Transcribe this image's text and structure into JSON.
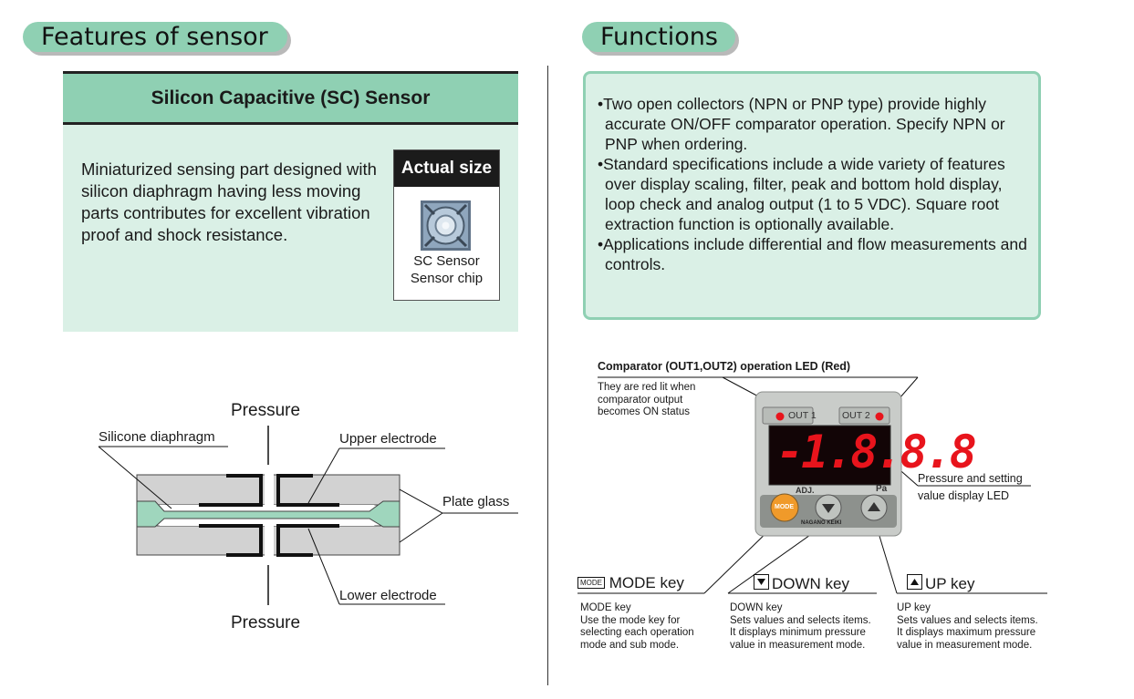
{
  "left": {
    "section_title": "Features of sensor",
    "sc_heading": "Silicon Capacitive (SC) Sensor",
    "sc_description": "Miniaturized sensing part designed with silicon diaphragm having less moving parts contributes for excellent vibration proof and shock resistance.",
    "actual_size": {
      "label": "Actual size",
      "caption_line1": "SC Sensor",
      "caption_line2": "Sensor chip"
    },
    "diagram": {
      "pressure_top": "Pressure",
      "pressure_bottom": "Pressure",
      "silicone_diaphragm": "Silicone diaphragm",
      "upper_electrode": "Upper electrode",
      "plate_glass": "Plate glass",
      "lower_electrode": "Lower electrode"
    }
  },
  "right": {
    "section_title": "Functions",
    "functions": [
      "•Two open collectors (NPN or PNP type) provide highly accurate ON/OFF comparator operation. Specify NPN or PNP when ordering.",
      "•Standard specifications include a wide variety of features over display scaling, filter, peak and bottom hold display, loop check and analog output (1 to 5 VDC). Square root extraction function is optionally available.",
      "•Applications include differential and flow measurements and controls."
    ],
    "device": {
      "comparator_title": "Comparator (OUT1,OUT2) operation LED (Red)",
      "comparator_note": [
        "They are red lit when",
        "comparator output",
        "becomes ON status"
      ],
      "out1": "OUT 1",
      "out2": "OUT 2",
      "display_value": "-1.8.8.8",
      "adj_label": "ADJ.",
      "unit": "Pa",
      "brand": "NAGANO KEIKI",
      "mode_button_text": "MODE",
      "pressure_led_line1": "Pressure and setting",
      "pressure_led_line2": "value display LED",
      "keys": {
        "mode": {
          "icon_text": "MODE",
          "title": "MODE key",
          "desc": [
            "MODE key",
            "Use the mode key for",
            "selecting each operation",
            "mode and sub mode."
          ]
        },
        "down": {
          "title": "DOWN key",
          "desc": [
            "DOWN key",
            "Sets values and selects items.",
            "It displays minimum pressure",
            "value in measurement mode."
          ]
        },
        "up": {
          "title": "UP key",
          "desc": [
            "UP key",
            "Sets values and selects items.",
            "It displays maximum pressure",
            "value in measurement mode."
          ]
        }
      }
    }
  },
  "colors": {
    "mint": "#8fd0b3",
    "mint_light": "#daf0e6",
    "led_red": "#e8141c",
    "mode_orange": "#f09a2a",
    "glass_gray": "#d2d2d2"
  }
}
